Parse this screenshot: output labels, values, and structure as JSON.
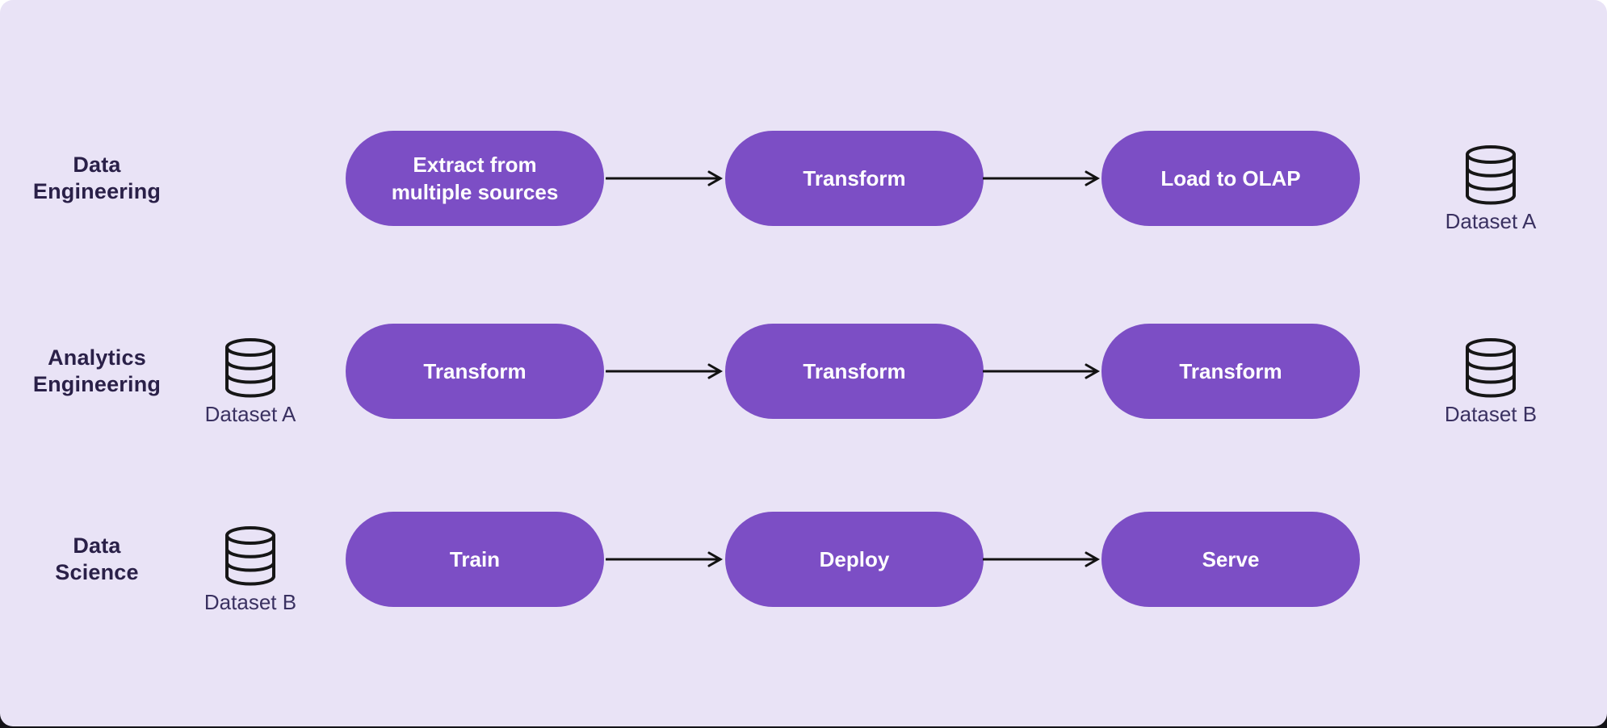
{
  "page": {
    "canvas_background": "#e9e3f6",
    "outside_background_top": "#ffffff",
    "outside_background_bottom": "#141318"
  },
  "colors": {
    "node_fill": "#7c4ec5",
    "node_text": "#ffffff",
    "row_label_text": "#2a2048",
    "dataset_label_text": "#3a3161",
    "arrow_stroke": "#121212",
    "database_icon_stroke": "#161616"
  },
  "icons": {
    "dataset": "database-icon",
    "connector": "arrow-right-icon"
  },
  "rows": [
    {
      "label_line1": "Data",
      "label_line2": "Engineering",
      "pills": [
        "Extract from multiple sources",
        "Transform",
        "Load to OLAP"
      ],
      "right_dataset_label": "Dataset A"
    },
    {
      "label_line1": "Analytics",
      "label_line2": "Engineering",
      "left_dataset_label": "Dataset A",
      "pills": [
        "Transform",
        "Transform",
        "Transform"
      ],
      "right_dataset_label": "Dataset B"
    },
    {
      "label_line1": "Data",
      "label_line2": "Science",
      "left_dataset_label": "Dataset B",
      "pills": [
        "Train",
        "Deploy",
        "Serve"
      ]
    }
  ]
}
